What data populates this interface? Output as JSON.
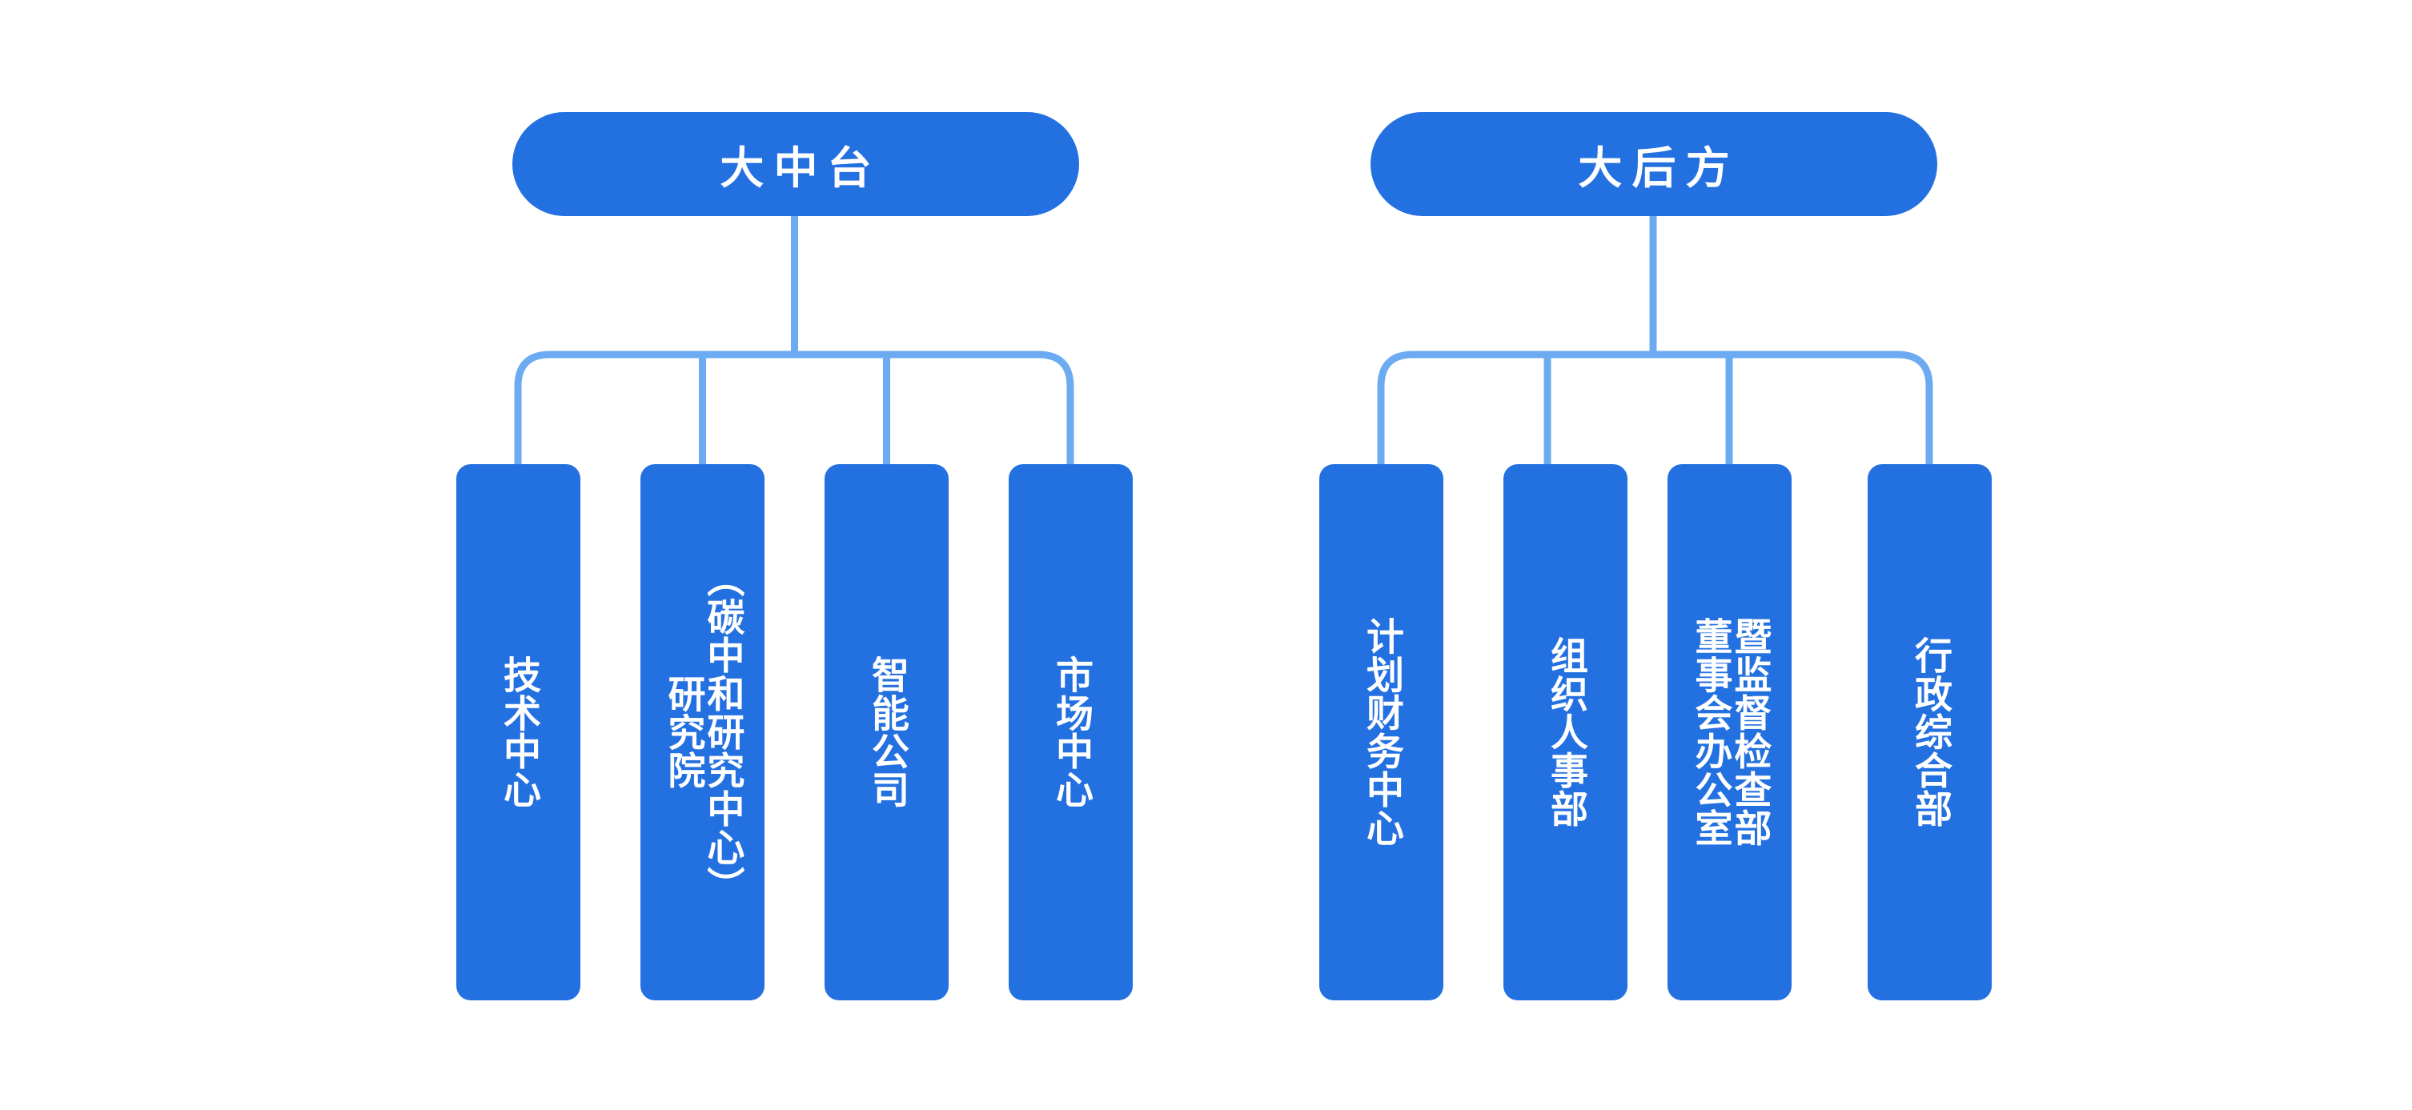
{
  "diagram": {
    "type": "org-chart",
    "orientation": "top-down",
    "background_color": "#FFFFFF",
    "node_fill_color": "#2370E0",
    "node_text_color": "#FFFFFF",
    "connector_color": "#6CABF2",
    "root_count": 2,
    "children_per_root": 4
  },
  "groups": [
    {
      "id": "group-zhongtai",
      "title": "大中台",
      "children": [
        {
          "id": "jishu-zhongxin",
          "label": "技术中心",
          "columns": [
            "技术中心"
          ]
        },
        {
          "id": "yanjiuyuan",
          "label": "研究院（碳中和研究中心）",
          "columns": [
            "研究院",
            "（碳中和研究中心）"
          ]
        },
        {
          "id": "zhineng-gongsi",
          "label": "智能公司",
          "columns": [
            "智能公司"
          ]
        },
        {
          "id": "shichang-zhongxin",
          "label": "市场中心",
          "columns": [
            "市场中心"
          ]
        }
      ]
    },
    {
      "id": "group-houfang",
      "title": "大后方",
      "children": [
        {
          "id": "jihua-caiwu",
          "label": "计划财务中心",
          "columns": [
            "计划财务中心"
          ]
        },
        {
          "id": "zuzhi-renshi",
          "label": "组织人事部",
          "columns": [
            "组织人事部"
          ]
        },
        {
          "id": "dongshihui",
          "label": "董事会办公室暨监督检查部",
          "columns": [
            "董事会办公室",
            "暨监督检查部"
          ]
        },
        {
          "id": "xingzheng",
          "label": "行政综合部",
          "columns": [
            "行政综合部"
          ]
        }
      ]
    }
  ]
}
